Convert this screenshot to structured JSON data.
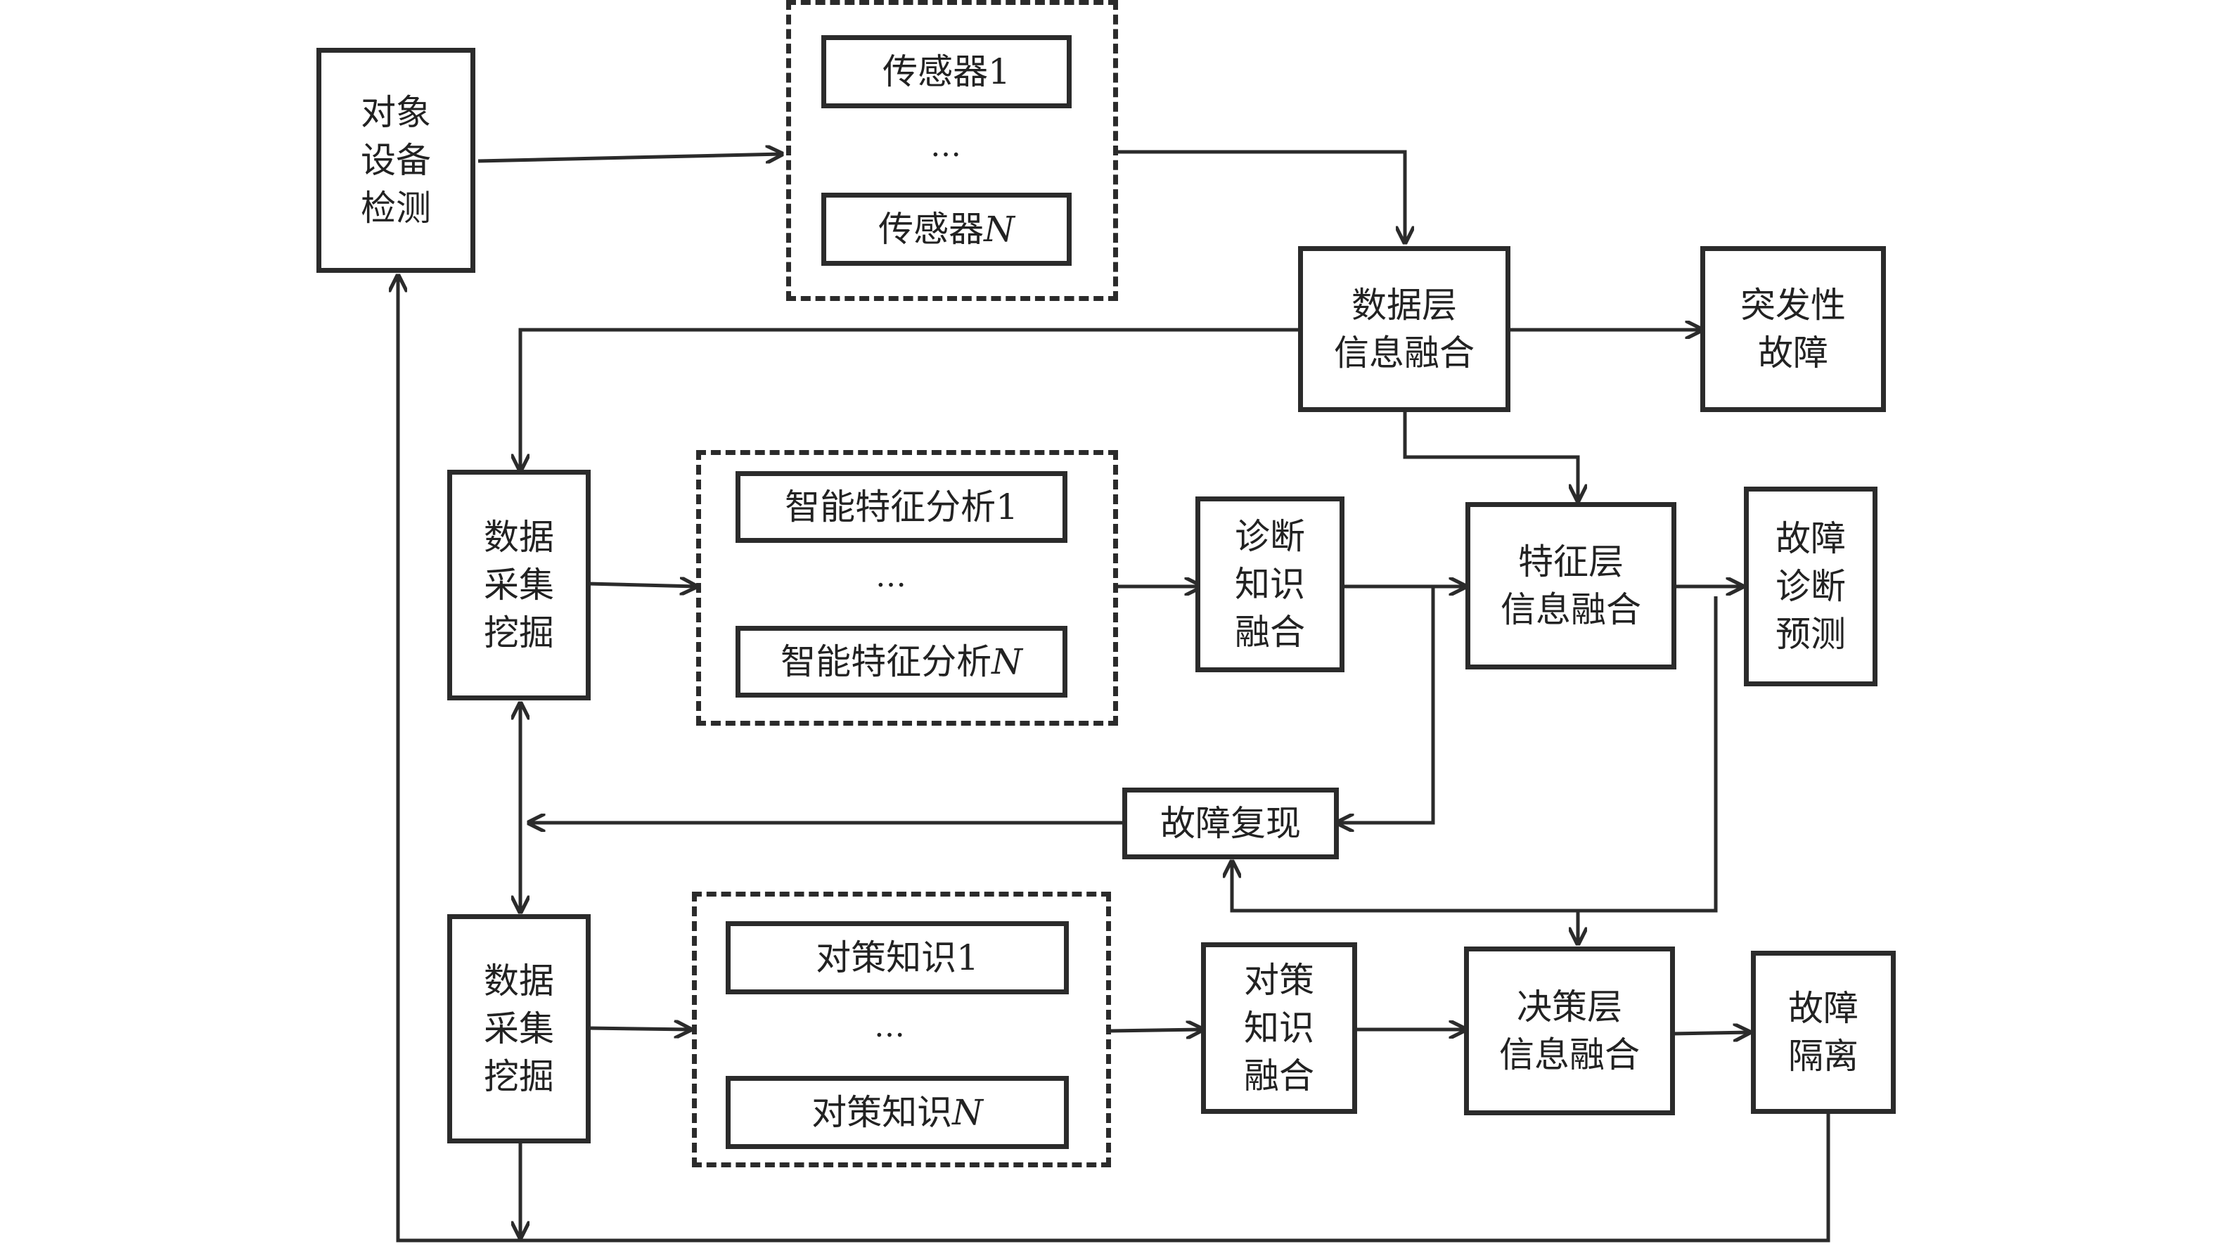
{
  "diagram": {
    "colors": {
      "line": "#2b2b2b",
      "text": "#222222",
      "background": "#ffffff"
    },
    "nodes": {
      "object_detection": "对象\n设备\n检测",
      "sensor_first": "传感器1",
      "sensor_dots": "…",
      "sensor_last_prefix": "传感器",
      "sensor_last_suffix": "N",
      "data_layer_fusion": "数据层\n信息融合",
      "sudden_fault": "突发性\n故障",
      "data_mining_top": "数据\n采集\n挖掘",
      "feature_first": "智能特征分析1",
      "feature_dots": "…",
      "feature_last_prefix": "智能特征分析",
      "feature_last_suffix": "N",
      "diagnosis_knowledge_fusion": "诊断\n知识\n融合",
      "feature_layer_fusion": "特征层\n信息融合",
      "fault_diagnosis_prediction": "故障\n诊断\n预测",
      "fault_reproduction": "故障复现",
      "data_mining_bottom": "数据\n采集\n挖掘",
      "strategy_first": "对策知识1",
      "strategy_dots": "…",
      "strategy_last_prefix": "对策知识",
      "strategy_last_suffix": "N",
      "strategy_knowledge_fusion": "对策\n知识\n融合",
      "decision_layer_fusion": "决策层\n信息融合",
      "fault_isolation": "故障\n隔离"
    }
  }
}
